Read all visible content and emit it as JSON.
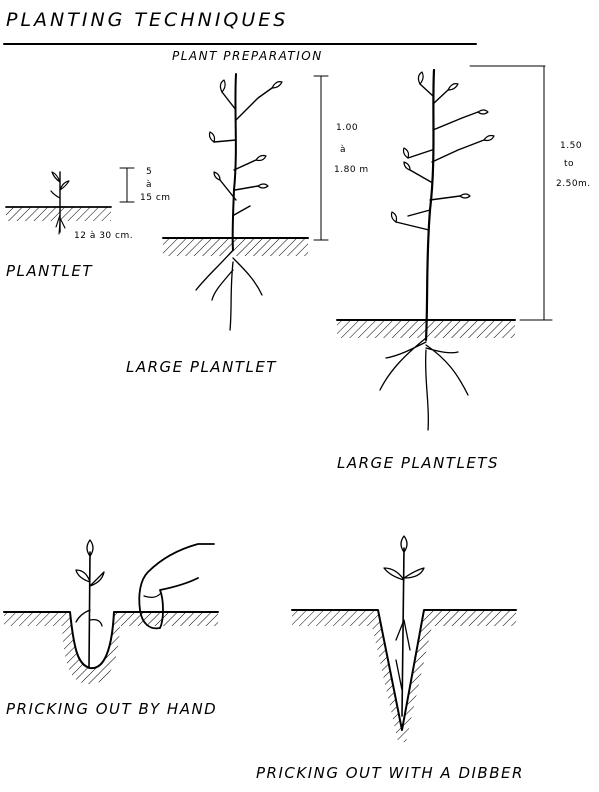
{
  "title": "PLANTING TECHNIQUES",
  "subtitle": "PLANT PREPARATION",
  "plantlet": {
    "label": "PLANTLET",
    "height_line1": "5",
    "height_line2": "à",
    "height_line3": "15 cm",
    "depth": "12 à 30 cm."
  },
  "large_plantlet": {
    "label": "LARGE PLANTLET",
    "height_line1": "1.00",
    "height_line2": "à",
    "height_line3": "1.80 m"
  },
  "large_plantlets": {
    "label": "LARGE PLANTLETS",
    "height_line1": "1.50",
    "height_line2": "to",
    "height_line3": "2.50m."
  },
  "pricking_by_hand": {
    "label": "PRICKING OUT BY HAND"
  },
  "pricking_with_dibber": {
    "label": "PRICKING OUT WITH A DIBBER"
  }
}
